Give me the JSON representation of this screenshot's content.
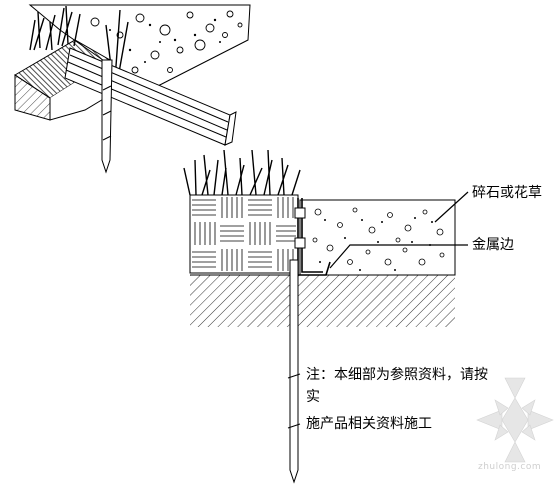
{
  "labels": {
    "gravel_or_grass": "碎石或花草",
    "metal_edge": "金属边",
    "note_line1": "注：本细部为参照资料，请按",
    "note_line2": "实",
    "note_line3": "施产品相关资料施工"
  },
  "watermark_text": "zhulong.com",
  "colors": {
    "ink": "#000000",
    "watermark": "#d9d9d9"
  }
}
